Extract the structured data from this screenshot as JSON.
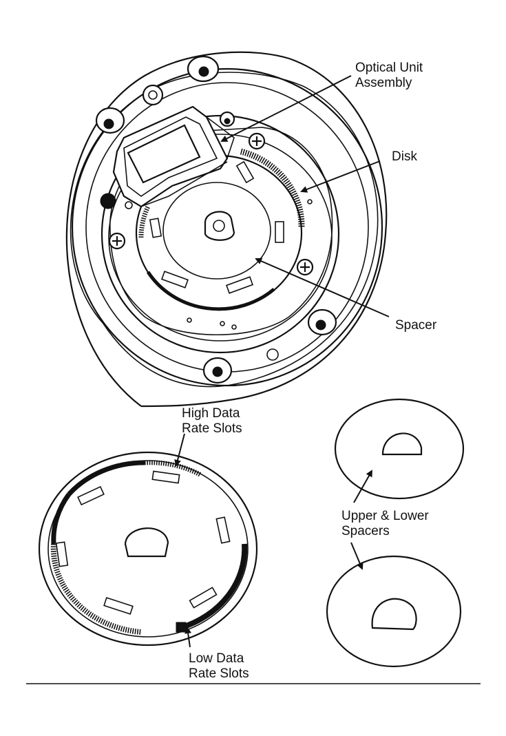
{
  "labels": {
    "optical_unit_line1": "Optical Unit",
    "optical_unit_line2": "Assembly",
    "disk": "Disk",
    "spacer": "Spacer",
    "high_data_line1": "High Data",
    "high_data_line2": "Rate Slots",
    "spacers_line1": "Upper & Lower",
    "spacers_line2": "Spacers",
    "low_data_line1": "Low Data",
    "low_data_line2": "Rate Slots"
  },
  "colors": {
    "ink": "#111111",
    "paper": "#ffffff"
  }
}
